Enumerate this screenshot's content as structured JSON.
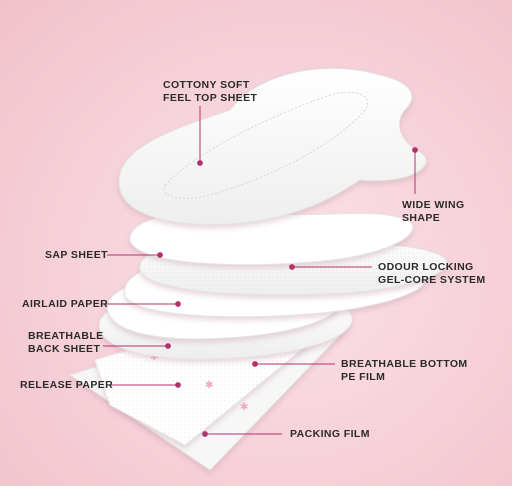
{
  "labels": {
    "top_sheet": "COTTONY SOFT\nFEEL TOP SHEET",
    "wide_wing": "WIDE WING\nSHAPE",
    "sap_sheet": "SAP SHEET",
    "odour_locking": "ODOUR LOCKING\nGEL-CORE SYSTEM",
    "airlaid_paper": "AIRLAID PAPER",
    "breathable_back": "BREATHABLE\nBACK SHEET",
    "breathable_bottom": "BREATHABLE BOTTOM\nPE FILM",
    "release_paper": "RELEASE PAPER",
    "packing_film": "PACKING FILM"
  },
  "colors": {
    "background": "#f6d0d8",
    "accent": "#b3326b",
    "layer": "#ffffff",
    "text": "#2b2b2b"
  }
}
